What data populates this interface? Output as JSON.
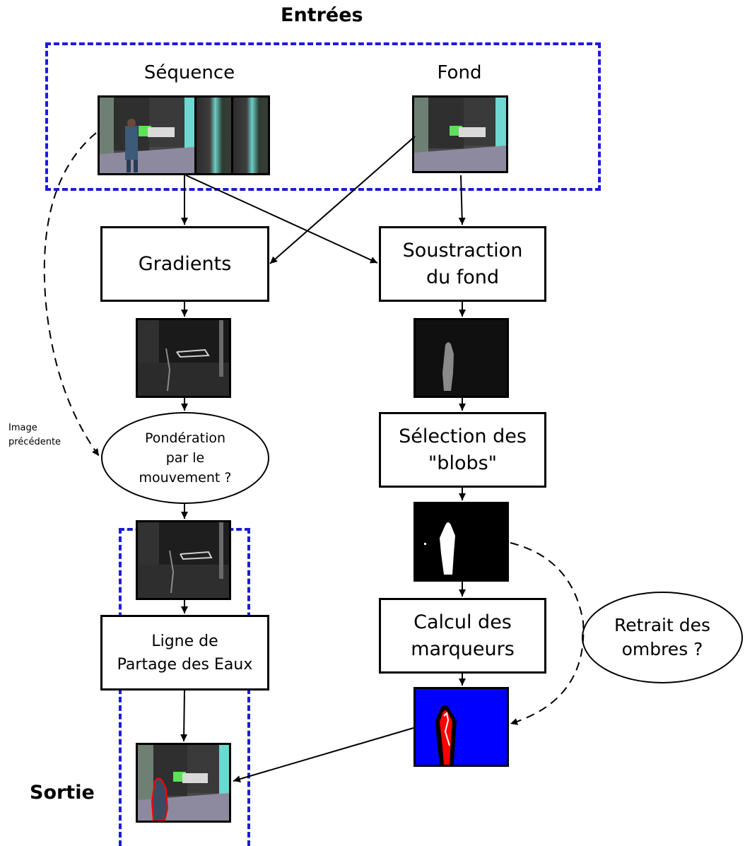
{
  "inputs_title": "Entrées",
  "output_title": "Sortie",
  "sequence_label": "Séquence",
  "background_label": "Fond",
  "gradients_box": "Gradients",
  "subtraction_box": [
    "Soustraction",
    "du fond"
  ],
  "weighting_ellipse": [
    "Pondération",
    "par le",
    "mouvement ?"
  ],
  "blob_selection_box": [
    "Sélection des",
    "\"blobs\""
  ],
  "markers_box": [
    "Calcul des",
    "marqueurs"
  ],
  "watershed_box": [
    "Ligne de",
    "Partage des Eaux"
  ],
  "shadow_ellipse": [
    "Retrait des",
    "ombres ?"
  ],
  "previous_image_label": [
    "Image",
    "précédente"
  ],
  "colors": {
    "dashed_frame": "#1c1cd6",
    "marker_blue": "#0000ff",
    "marker_red": "#ff0000"
  }
}
